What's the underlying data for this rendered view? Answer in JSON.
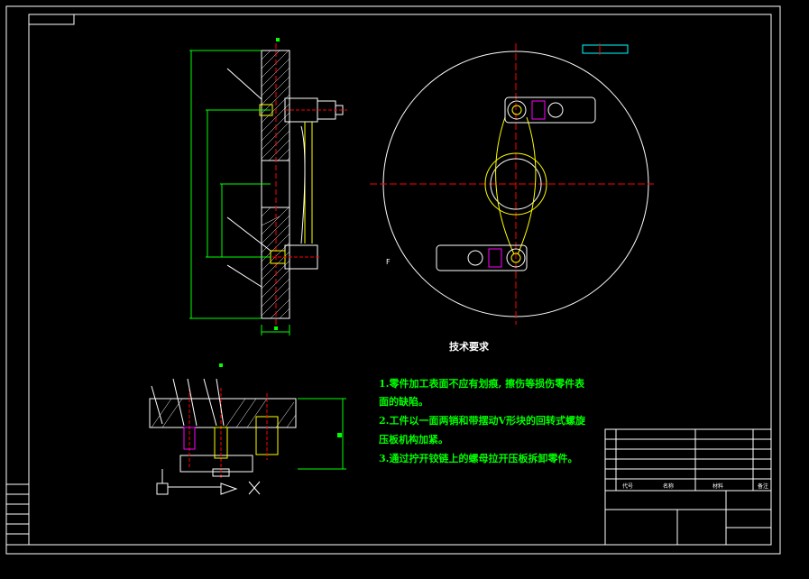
{
  "drawing": {
    "tech_title": "技术要求",
    "requirements": [
      "1.零件加工表面不应有划痕, 擦伤等损伤零件表",
      "面的缺陷。",
      "2.工件以一面两销和带摆动V形块的回转式螺旋",
      "压板机构加紧。",
      "3.通过拧开铰链上的螺母拉开压板拆卸零件。"
    ],
    "section_letter": "F",
    "title_block": {
      "col_labels": [
        "代号",
        "名称",
        "材料",
        "备注"
      ]
    },
    "colors": {
      "frame": "#ffffff",
      "dimension": "#00ff00",
      "part_outline": "#ffff00",
      "center_line": "#ff0000",
      "magenta": "#ff00ff",
      "white": "#ffffff"
    }
  }
}
